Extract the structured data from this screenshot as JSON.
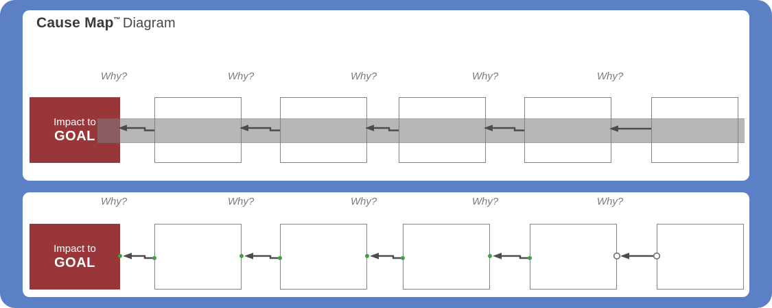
{
  "title": {
    "brand": "Cause Map",
    "trademark": "™",
    "suffix": "Diagram"
  },
  "impact_box": {
    "line1": "Impact to",
    "line2": "GOAL"
  },
  "panels": [
    {
      "id": "top",
      "why_labels": [
        "Why?",
        "Why?",
        "Why?",
        "Why?",
        "Why?"
      ],
      "cause_box_count": 5,
      "highlight_band": true,
      "connector_endpoints": "none"
    },
    {
      "id": "bottom",
      "why_labels": [
        "Why?",
        "Why?",
        "Why?",
        "Why?",
        "Why?"
      ],
      "cause_box_count": 5,
      "highlight_band": false,
      "connector_endpoints": "green-dots",
      "last_connector_endpoints": "hollow-circles"
    }
  ],
  "colors": {
    "background_blue": "#5c80c5",
    "panel_white": "#ffffff",
    "impact_red": "#993639",
    "band_gray": "rgba(127,127,127,0.56)",
    "arrow_dark": "#4c4c4c",
    "endpoint_green": "#3fa33f",
    "endpoint_hollow_stroke": "#6e6e6e",
    "box_border_gray": "#828282",
    "why_text_gray": "#7c7c7c",
    "title_text": "#3d3d3d"
  }
}
